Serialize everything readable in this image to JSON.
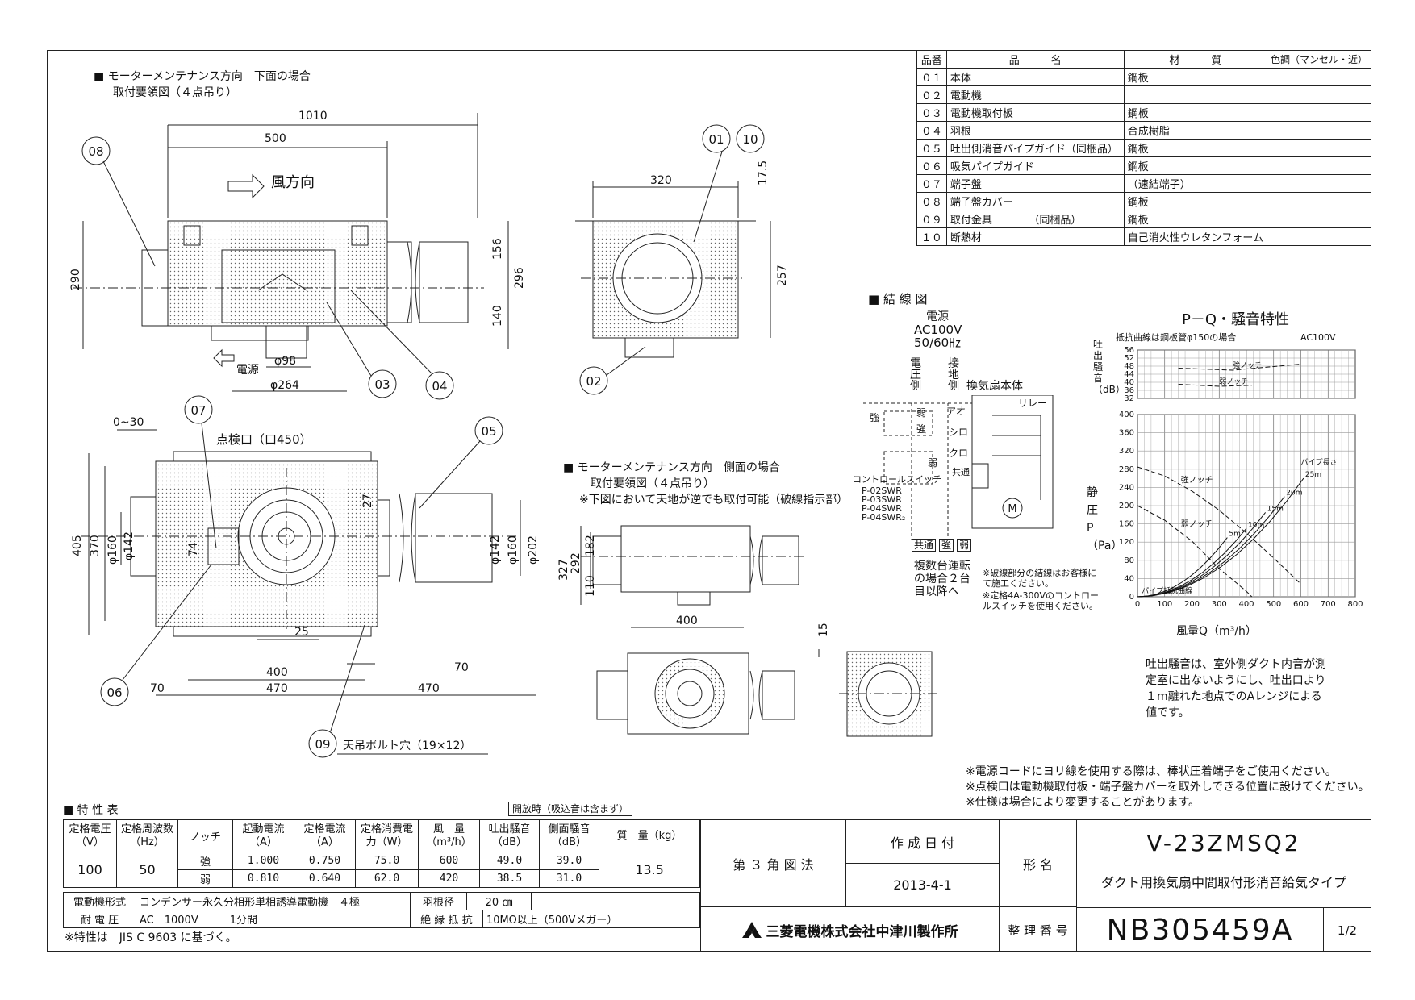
{
  "notes_top": {
    "maint_bottom_title": "■ モーターメンテナンス方向　下面の場合",
    "maint_bottom_sub": "取付要領図（４点吊り）",
    "maint_side_title": "■ モーターメンテナンス方向　側面の場合",
    "maint_side_sub": "取付要領図（４点吊り）",
    "maint_side_note": "※下図において天地が逆でも取付可能（破線指示部）"
  },
  "drawing_labels": {
    "wind_direction": "風方向",
    "power": "電源",
    "inspection_port": "点検口（口450）",
    "hanging_bolt": "天吊ボルト穴（19×12）",
    "dims": {
      "d1010": "1010",
      "d500": "500",
      "d290": "290",
      "d156": "156",
      "d296": "296",
      "d140": "140",
      "phi98": "φ98",
      "phi264": "φ264",
      "d320": "320",
      "d17_5": "17.5",
      "d257": "257",
      "d0_30": "0~30",
      "d405": "405",
      "d370": "370",
      "phi160a": "φ160",
      "phi142a": "φ142",
      "d74": "74",
      "d27": "27",
      "d25": "25",
      "d400a": "400",
      "d470a": "470",
      "d470b": "470",
      "d70a": "70",
      "d70b": "70",
      "phi142b": "φ142",
      "phi160b": "φ160",
      "phi202": "φ202",
      "d327": "327",
      "d292": "292",
      "d182": "182",
      "d110": "110",
      "d400b": "400",
      "d15": "15"
    },
    "balloons": [
      "01",
      "10",
      "02",
      "03",
      "04",
      "05",
      "06",
      "07",
      "08",
      "09"
    ]
  },
  "parts_table": {
    "headers": [
      "品番",
      "品　　　名",
      "材　　　質",
      "色調（マンセル・近）"
    ],
    "rows": [
      {
        "no": "０１",
        "name": "本体",
        "material": "鋼板",
        "color": ""
      },
      {
        "no": "０２",
        "name": "電動機",
        "material": "",
        "color": ""
      },
      {
        "no": "０３",
        "name": "電動機取付板",
        "material": "鋼板",
        "color": ""
      },
      {
        "no": "０４",
        "name": "羽根",
        "material": "合成樹脂",
        "color": ""
      },
      {
        "no": "０５",
        "name": "吐出側消音パイプガイド（同梱品）",
        "material": "鋼板",
        "color": ""
      },
      {
        "no": "０６",
        "name": "吸気パイプガイド",
        "material": "鋼板",
        "color": ""
      },
      {
        "no": "０７",
        "name": "端子盤",
        "material": "（速結端子）",
        "color": ""
      },
      {
        "no": "０８",
        "name": "端子盤カバー",
        "material": "鋼板",
        "color": ""
      },
      {
        "no": "０９",
        "name": "取付金具　　　　（同梱品）",
        "material": "鋼板",
        "color": ""
      },
      {
        "no": "１０",
        "name": "断熱材",
        "material": "自己消火性ウレタンフォーム",
        "color": ""
      }
    ]
  },
  "wiring": {
    "title": "■ 結 線 図",
    "source_label": "電源",
    "voltage": "AC100V",
    "freq": "50/60㎐",
    "col_voltage": "電圧側",
    "col_ground": "接地側",
    "fan_body": "換気扇本体",
    "relay": "リレー",
    "strong": "強",
    "weak": "弱",
    "ao": "アオ",
    "shiro": "シロ",
    "kuro": "クロ",
    "common": "共通",
    "switch_title": "コントロールスイッチ",
    "switch_models": [
      "P-02SWR",
      "P-03SWR",
      "P-04SWR",
      "P-04SWR₂"
    ],
    "terminals": [
      "共通",
      "強",
      "弱"
    ],
    "motor": "M",
    "multi_note": "複数台運転の場合２台目以降へ",
    "note1": "※破線部分の結線はお客様にて施工ください。",
    "note2": "※定格4A-300Vのコントロールスイッチを使用ください。"
  },
  "chart_data": {
    "type": "line",
    "title": "P－Q・騒音特性",
    "condition": "抵抗曲線は鋼板管φ150の場合",
    "voltage": "AC100V",
    "noise_axis": {
      "label": "吐出騒音（dB）",
      "ticks": [
        32,
        36,
        40,
        44,
        48,
        52,
        56
      ]
    },
    "pressure_axis": {
      "label": "静圧P（Pa）",
      "ylim": [
        0,
        400
      ],
      "ticks": [
        0,
        40,
        80,
        120,
        160,
        200,
        240,
        280,
        320,
        360,
        400
      ]
    },
    "x_axis": {
      "label": "風量Q（m³/h）",
      "xlim": [
        0,
        800
      ],
      "ticks": [
        0,
        100,
        200,
        300,
        400,
        500,
        600,
        700,
        800
      ]
    },
    "series": [
      {
        "name": "強ノッチ",
        "x": [
          0,
          100,
          200,
          300,
          400,
          500,
          600
        ],
        "y": [
          285,
          265,
          232,
          190,
          140,
          85,
          28
        ]
      },
      {
        "name": "弱ノッチ",
        "x": [
          0,
          100,
          200,
          300,
          400,
          420
        ],
        "y": [
          200,
          168,
          122,
          62,
          12,
          0
        ]
      }
    ],
    "noise_series": [
      {
        "name": "強ノッチ",
        "x": [
          150,
          350,
          600
        ],
        "y": [
          47,
          46,
          49
        ]
      },
      {
        "name": "弱ノッチ",
        "x": [
          150,
          300,
          420
        ],
        "y": [
          39,
          38,
          38.5
        ]
      }
    ],
    "resistance_curves": {
      "label": "パイプ長さ",
      "names": [
        "25m",
        "20m",
        "15m",
        "10m",
        "5m",
        "パイプ抵抗曲線"
      ]
    },
    "note": "吐出騒音は、室外側ダクト内音が測定室に出ないようにし、吐出口より１m離れた地点でのAレンジによる値です。"
  },
  "general_notes": [
    "※電源コードにヨリ線を使用する際は、棒状圧着端子をご使用ください。",
    "※点検口は電動機取付板・端子盤カバーを取外しできる位置に設けてください。",
    "※仕様は場合により変更することがあります。"
  ],
  "spec_table": {
    "title": "■ 特 性 表",
    "open_note": "開放時（吸込音は含まず）",
    "headers": [
      "定格電圧（V）",
      "定格周波数（Hz）",
      "ノッチ",
      "起動電流（A）",
      "定格電流（A）",
      "定格消費電力（W）",
      "風　量（m³/h）",
      "吐出騒音（dB）",
      "側面騒音（dB）",
      "質　量（kg）"
    ],
    "voltage": "100",
    "frequency": "50",
    "mass": "13.5",
    "rows": [
      {
        "notch": "強",
        "start": "1.000",
        "rated": "0.750",
        "power": "75.0",
        "flow": "600",
        "discharge": "49.0",
        "side": "39.0"
      },
      {
        "notch": "弱",
        "start": "0.810",
        "rated": "0.640",
        "power": "62.0",
        "flow": "420",
        "discharge": "38.5",
        "side": "31.0"
      }
    ],
    "motor_type_label": "電動機形式",
    "motor_type": "コンデンサー永久分相形単相誘導電動機　４極",
    "blade_label": "羽根径",
    "blade": "20 ㎝",
    "withstand_label": "耐 電 圧",
    "withstand": "AC　1000V　　　1分間",
    "insulation_label": "絶 縁 抵 抗",
    "insulation": "10MΩ以上（500Vメガー）",
    "footnote": "※特性は　JIS C 9603 に基づく。"
  },
  "title_block": {
    "projection": "第 ３ 角 図 法",
    "created_label": "作 成 日 付",
    "created": "2013-4-1",
    "model_label": "形 名",
    "model": "V-23ZMSQ2",
    "description": "ダクト用換気扇中間取付形消音給気タイプ",
    "company": "三菱電機株式会社中津川製作所",
    "number_label": "整 理 番 号",
    "number": "NB305459A",
    "sheet": "1/2"
  }
}
